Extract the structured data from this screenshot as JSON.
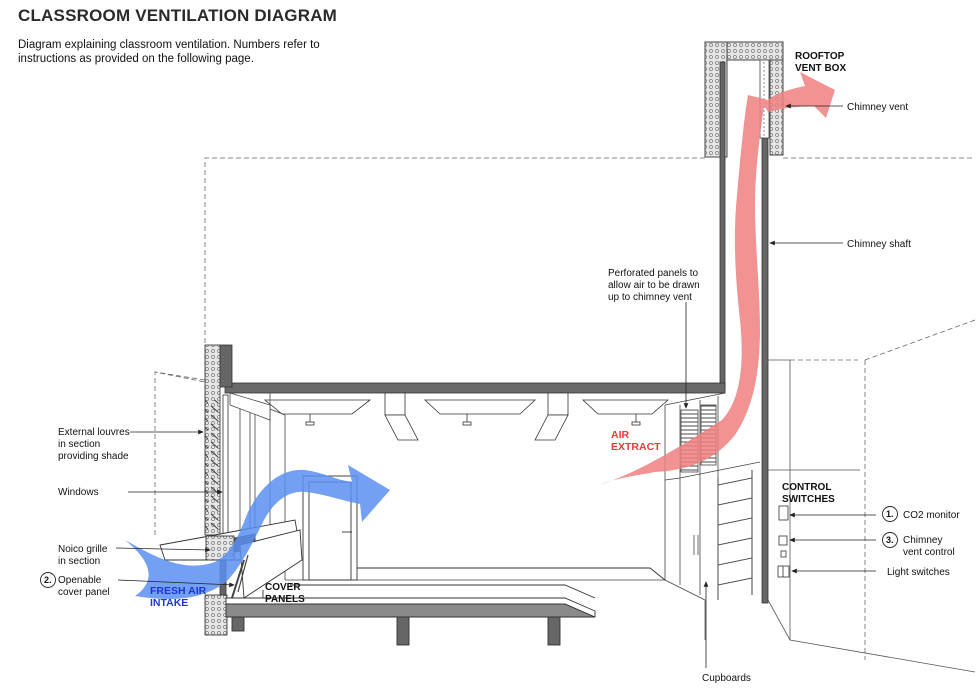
{
  "header": {
    "title": "CLASSROOM VENTILATION DIAGRAM",
    "subtitle": "Diagram explaining classroom ventilation. Numbers refer to instructions as provided on the following page."
  },
  "colors": {
    "air_extract": "#f08080",
    "fresh_air": "#5b8ff0",
    "fresh_air_text": "#1f36d6",
    "air_extract_text": "#e63b3b",
    "structure": "#555555",
    "insulation": "#d8d8d8"
  },
  "labels": {
    "rooftop_vent_box_line1": "ROOFTOP",
    "rooftop_vent_box_line2": "VENT BOX",
    "chimney_vent": "Chimney vent",
    "chimney_shaft": "Chimney shaft",
    "perforated_line1": "Perforated panels to",
    "perforated_line2": "allow air to be drawn",
    "perforated_line3": "up to chimney vent",
    "air_extract_line1": "AIR",
    "air_extract_line2": "EXTRACT",
    "external_louvres_line1": "External louvres",
    "external_louvres_line2": "in section",
    "external_louvres_line3": "providing shade",
    "windows": "Windows",
    "noico_line1": "Noico grille",
    "noico_line2": "in section",
    "openable_number": "2.",
    "openable_line1": "Openable",
    "openable_line2": "cover panel",
    "fresh_air_line1": "FRESH AIR",
    "fresh_air_line2": "INTAKE",
    "cover_panels_line1": "COVER",
    "cover_panels_line2": "PANELS",
    "control_switches_line1": "CONTROL",
    "control_switches_line2": "SWITCHES",
    "co2_number": "1.",
    "co2_monitor": "CO2 monitor",
    "chimney_control_number": "3.",
    "chimney_control_line1": "Chimney",
    "chimney_control_line2": "vent control",
    "light_switches": "Light switches",
    "cupboards": "Cupboards"
  }
}
